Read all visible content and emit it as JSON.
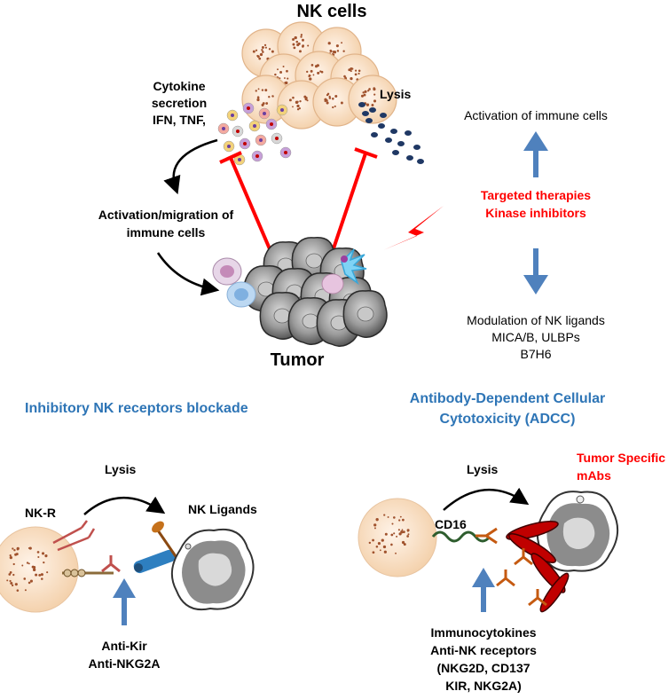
{
  "top": {
    "nk_cells": "NK cells",
    "cytokine": [
      "Cytokine",
      "secretion",
      "IFN, TNF,"
    ],
    "lysis": "Lysis",
    "activation_migration": [
      "Activation/migration of",
      "immune cells"
    ],
    "tumor": "Tumor"
  },
  "right": {
    "activation_immune": "Activation of immune cells",
    "therapies": [
      "Targeted therapies",
      "Kinase inhibitors"
    ],
    "modulation": [
      "Modulation of NK ligands",
      "MICA/B, ULBPs",
      "B7H6"
    ]
  },
  "bottom_left": {
    "title": "Inhibitory NK receptors blockade",
    "lysis": "Lysis",
    "nk_r": "NK-R",
    "nk_ligands": "NK Ligands",
    "antibodies": [
      "Anti-Kir",
      "Anti-NKG2A"
    ]
  },
  "bottom_right": {
    "title": [
      "Antibody-Dependent Cellular",
      "Cytotoxicity (ADCC)"
    ],
    "mabs": [
      "Tumor Specific",
      "mAbs"
    ],
    "lysis": "Lysis",
    "cd16": "CD16",
    "immuno": [
      "Immunocytokines",
      "Anti-NK receptors",
      "(NKG2D, CD137",
      "KIR, NKG2A)"
    ]
  },
  "colors": {
    "blue_text": "#2e75b6",
    "arrow_blue": "#4f81bd",
    "red": "#ff0000",
    "nk_cell": "#f8dcc0",
    "tumor_cell": "#7a7a7a"
  }
}
